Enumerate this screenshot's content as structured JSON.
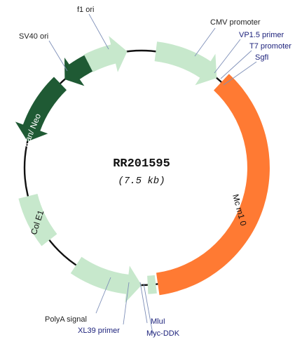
{
  "plasmid": {
    "name": "RR201595",
    "size": "(7.5 kb)"
  },
  "colors": {
    "backbone": "#111111",
    "light": "#c7e8cc",
    "dark": "#1f5a34",
    "orange": "#ff7a33",
    "label_dark": "#222222",
    "label_blue": "#1a1f7a",
    "leader": "#7e8fb8"
  },
  "features": [
    {
      "name": "f1 ori",
      "label": ""
    },
    {
      "name": "CMV promoter",
      "label": ""
    },
    {
      "name": "Mcm10",
      "label": "Mc m1 0"
    },
    {
      "name": "Myc-DDK",
      "label": ""
    },
    {
      "name": "PolyA signal",
      "label": ""
    },
    {
      "name": "Col E1",
      "label": "Col E1"
    },
    {
      "name": "Kan/Neo",
      "label": "Kan/ Neo"
    },
    {
      "name": "SV40 ori",
      "label": ""
    }
  ],
  "labels": [
    {
      "text": "f1 ori",
      "style": "dark"
    },
    {
      "text": "CMV promoter",
      "style": "dark"
    },
    {
      "text": "VP1.5 primer",
      "style": "blue"
    },
    {
      "text": "T7 promoter",
      "style": "blue"
    },
    {
      "text": "SgfI",
      "style": "blue"
    },
    {
      "text": "SV40 ori",
      "style": "dark"
    },
    {
      "text": "PolyA signal",
      "style": "dark"
    },
    {
      "text": "XL39 primer",
      "style": "blue"
    },
    {
      "text": "MluI",
      "style": "blue"
    },
    {
      "text": "Myc-DDK",
      "style": "blue"
    }
  ]
}
